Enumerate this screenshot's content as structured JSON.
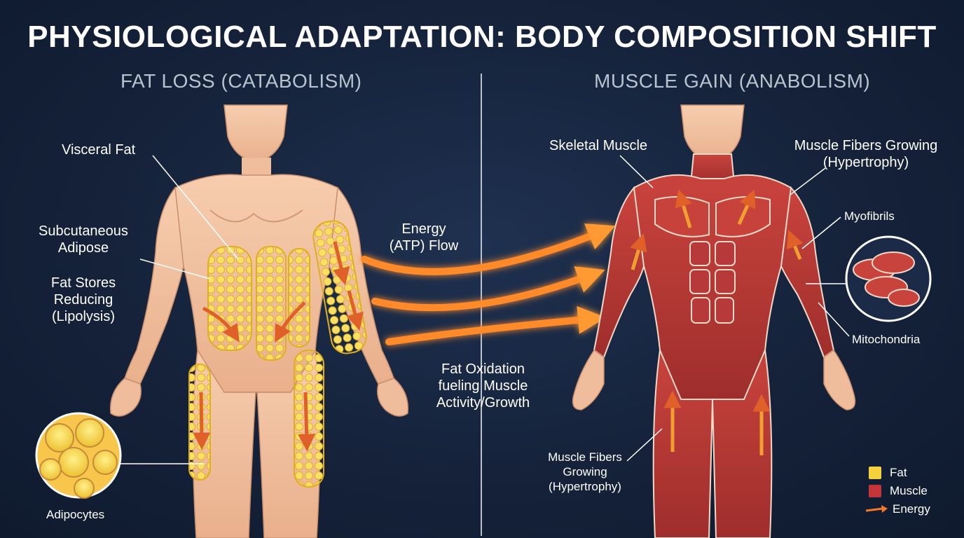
{
  "title": "PHYSIOLOGICAL ADAPTATION: BODY COMPOSITION SHIFT",
  "left_panel": {
    "heading": "FAT LOSS (CATABOLISM)",
    "labels": {
      "visceral_fat": "Visceral Fat",
      "subcutaneous": [
        "Subcutaneous",
        "Adipose"
      ],
      "fat_stores": [
        "Fat Stores",
        "Reducing",
        "(Lipolysis)"
      ],
      "adipocytes": "Adipocytes"
    }
  },
  "center": {
    "energy_flow": [
      "Energy",
      "(ATP) Flow"
    ],
    "fat_oxidation": [
      "Fat Oxidation",
      "fueling Muscle",
      "Activity/Growth"
    ]
  },
  "right_panel": {
    "heading": "MUSCLE GAIN (ANABOLISM)",
    "labels": {
      "skeletal_muscle": "Skeletal Muscle",
      "fibers_growing_top": [
        "Muscle Fibers Growing",
        "(Hypertrophy)"
      ],
      "myofibrils": "Myofibrils",
      "mitochondria": "Mitochondria",
      "fibers_growing_bottom": [
        "Muscle Fibers",
        "Growing",
        "(Hypertrophy)"
      ]
    }
  },
  "legend": [
    {
      "label": "Fat",
      "color": "#f5d23c"
    },
    {
      "label": "Muscle",
      "color": "#c4353a"
    },
    {
      "label": "Energy",
      "color": "#f07a2a"
    }
  ],
  "colors": {
    "skin": "#f2c2a0",
    "fat": "#f5d23c",
    "muscle": "#b83a36",
    "energy": "#ff8a2a",
    "background": "#15223a"
  }
}
